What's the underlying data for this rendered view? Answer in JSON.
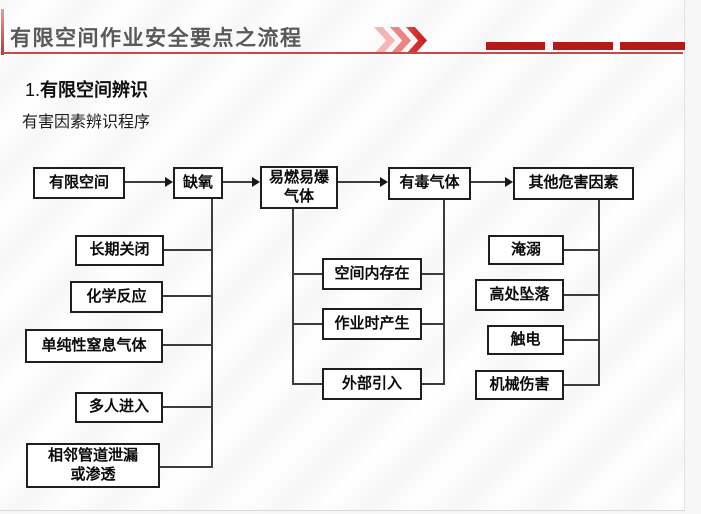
{
  "header": {
    "title": "有限空间作业安全要点之流程",
    "decor": {
      "chevron_icon": "triple-chevron-right-icon",
      "dash_count": 3
    }
  },
  "section": {
    "number": "1.",
    "heading": "有限空间辨识",
    "subheading": "有害因素辨识程序"
  },
  "flowchart": {
    "top_row": [
      "有限空间",
      "缺氧",
      "易燃易爆\n气体",
      "有毒气体",
      "其他危害因素"
    ],
    "oxygen_branch": [
      "长期关闭",
      "化学反应",
      "单纯性窒息气体",
      "多人进入",
      "相邻管道泄漏\n或渗透"
    ],
    "gas_branch": [
      "空间内存在",
      "作业时产生",
      "外部引入"
    ],
    "other_branch": [
      "淹溺",
      "高处坠落",
      "触电",
      "机械伤害"
    ]
  },
  "colors": {
    "title_gray": "#595959",
    "accent_red_dark": "#b51a1a",
    "accent_red_line": "#c64a48",
    "chevron_light": "#f5b5b5",
    "chevron_mid": "#ee8383",
    "chevron_strong": "#da2f2f",
    "box_border": "#1f1f1f",
    "connector": "#3c3c3c"
  }
}
